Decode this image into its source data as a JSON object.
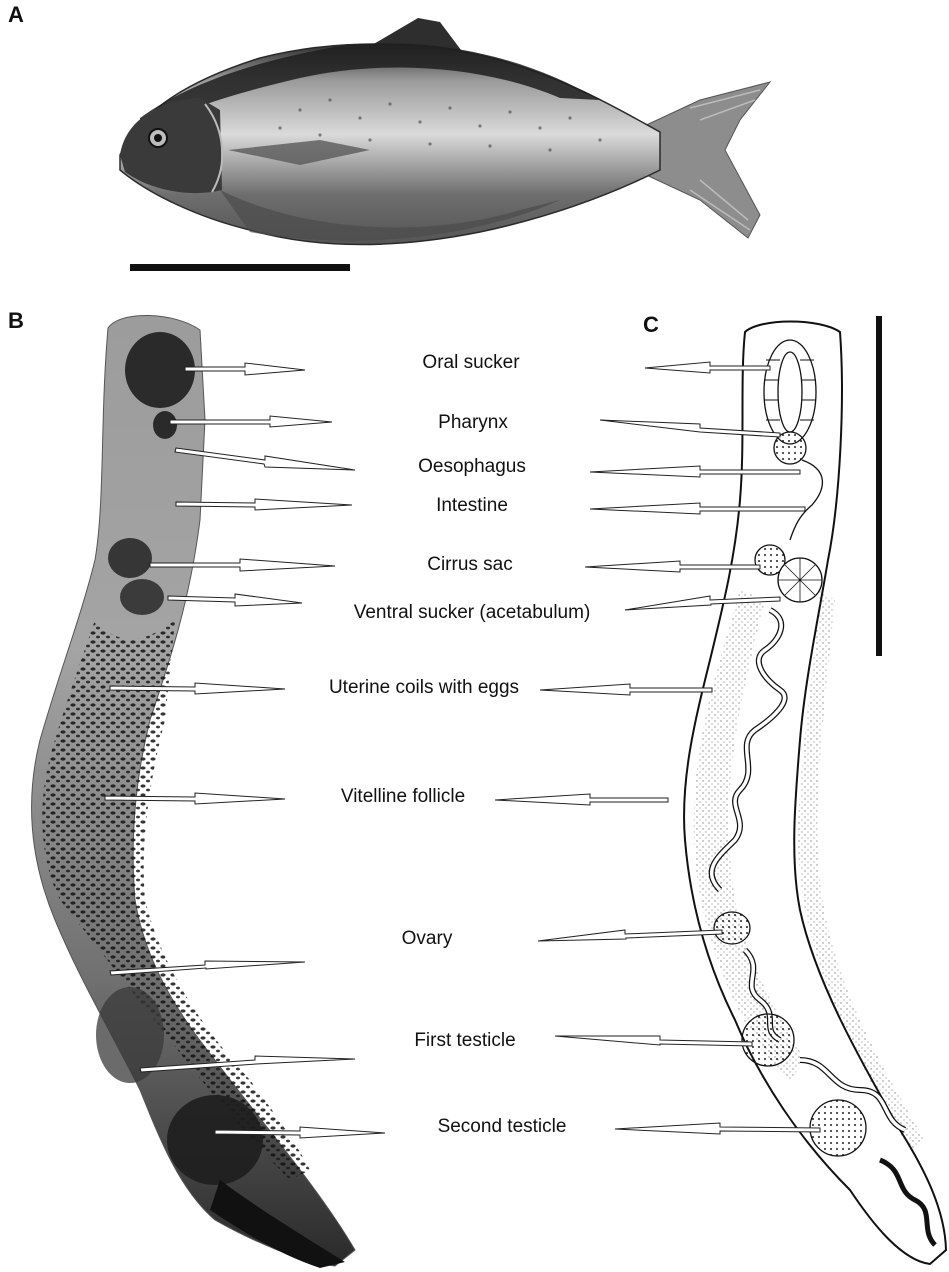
{
  "panels": {
    "a": "A",
    "b": "B",
    "c": "C"
  },
  "labels": {
    "oral_sucker": "Oral sucker",
    "pharynx": "Pharynx",
    "oesophagus": "Oesophagus",
    "intestine": "Intestine",
    "cirrus_sac": "Cirrus sac",
    "ventral_sucker": "Ventral sucker (acetabulum)",
    "uterine_coils": "Uterine coils with eggs",
    "vitelline_follicle": "Vitelline follicle",
    "ovary": "Ovary",
    "first_testicle": "First testicle",
    "second_testicle": "Second testicle"
  },
  "colors": {
    "ink": "#111111",
    "fish_dark": "#3a3a3a",
    "fish_light": "#cfcfcf",
    "worm_dark": "#2a2a2a",
    "worm_mid": "#8a8a8a"
  }
}
